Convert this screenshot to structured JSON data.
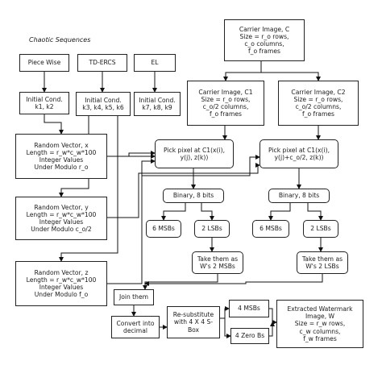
{
  "caption": "Chaotic Sequences",
  "nodes": {
    "piece_wise": [
      "Piece Wise"
    ],
    "td_ercs": [
      "TD-ERCS"
    ],
    "el": [
      "EL"
    ],
    "init_k1k2": [
      "Initial Cond.",
      "k1, k2"
    ],
    "init_k3to6": [
      "Initial Cond.",
      "k3, k4, k5, k6"
    ],
    "init_k7to9": [
      "Initial Cond.",
      "k7, k8, k9"
    ],
    "carrier_c": [
      "Carrier Image, C",
      "Size = r_o rows,",
      "c_o columns,",
      "f_o frames"
    ],
    "carrier_c1": [
      "Carrier Image, C1",
      "Size = r_o rows,",
      "c_o/2 columns,",
      "f_o frames"
    ],
    "carrier_c2": [
      "Carrier Image, C2",
      "Size = r_o rows,",
      "c_o/2 columns,",
      "f_o frames"
    ],
    "rand_x": [
      "Random Vector, x",
      "Length = r_w*c_w*100",
      "Integer Values",
      "Under Modulo r_o"
    ],
    "rand_y": [
      "Random Vector, y",
      "Length = r_w*c_w*100",
      "Integer Values",
      "Under Modulo c_o/2"
    ],
    "rand_z": [
      "Random Vector, z",
      "Length = r_w*c_w*100",
      "Integer Values",
      "Under Modulo f_o"
    ],
    "pick_c1": [
      "Pick pixel at C1(x(i),",
      "y(j), z(k))"
    ],
    "pick_c2": [
      "Pick pixel at C1(x(i),",
      "y(j)+c_o/2, z(k))"
    ],
    "binary_1": [
      "Binary, 8 bits"
    ],
    "binary_2": [
      "Binary, 8 bits"
    ],
    "msb_1": [
      "6 MSBs"
    ],
    "lsb_1": [
      "2 LSBs"
    ],
    "msb_2": [
      "6 MSBs"
    ],
    "lsb_2": [
      "2 LSBs"
    ],
    "take_1": [
      "Take them as",
      "W's 2 MSBs"
    ],
    "take_2": [
      "Take them as",
      "W's 2 LSBs"
    ],
    "join": [
      "Join them"
    ],
    "convert": [
      "Convert into",
      "decimal"
    ],
    "resub": [
      "Re-substitute",
      "with 4 X 4 S-",
      "Box"
    ],
    "msb4": [
      "4 MSBs"
    ],
    "zero4": [
      "4 Zero Bs"
    ],
    "extracted": [
      "Extracted Watermark",
      "Image, W",
      "Size = r_w rows,",
      "c_w columns,",
      "f_w frames"
    ]
  }
}
